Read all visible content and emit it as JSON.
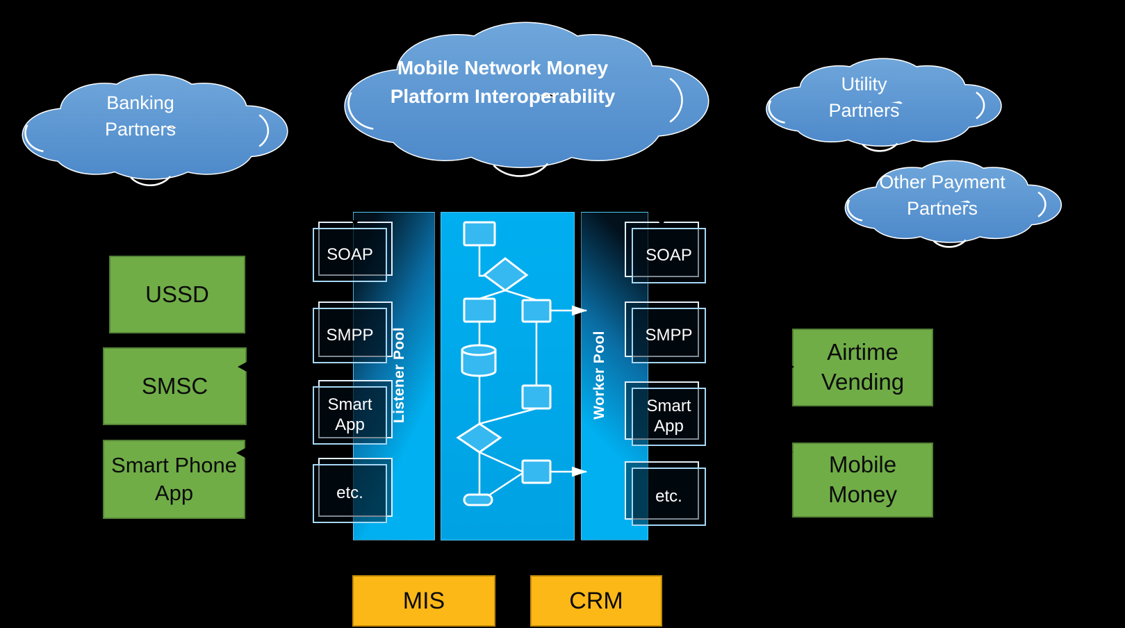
{
  "diagram_title": "Mobile Network Money Platform Interoperability",
  "clouds": {
    "center": {
      "line1": "Mobile Network Money",
      "line2": "Platform Interoperability"
    },
    "banking": {
      "line1": "Banking",
      "line2": "Partners"
    },
    "utility": {
      "line1": "Utility",
      "line2": "Partners"
    },
    "other_payment": {
      "line1": "Other Payment",
      "line2": "Partners"
    }
  },
  "left_channels": [
    {
      "label": "USSD"
    },
    {
      "label": "SMSC"
    },
    {
      "label": "Smart Phone App"
    }
  ],
  "pools": {
    "listener": {
      "label": "Listener Pool",
      "adapters": [
        "SOAP",
        "SMPP",
        "Smart App",
        "etc."
      ]
    },
    "worker": {
      "label": "Worker Pool",
      "adapters": [
        "SOAP",
        "SMPP",
        "Smart App",
        "etc."
      ]
    }
  },
  "right_services": [
    {
      "label": "Airtime Vending"
    },
    {
      "label": "Mobile Money"
    }
  ],
  "bottom_systems": [
    {
      "label": "MIS"
    },
    {
      "label": "CRM"
    }
  ],
  "colors": {
    "background": "#000000",
    "cloud_blue_top": "#73AADD",
    "cloud_blue_bottom": "#4A86C8",
    "pool_cyan": "#00B0F0",
    "lane_dark": "#02111C",
    "flow_shape_blue": "#35B9F0",
    "channel_green": "#70AD47",
    "channel_green_border": "#548235",
    "system_orange": "#FCB816",
    "system_orange_border": "#C18A08",
    "text_light": "#FFFFFF",
    "text_dark": "#0B0B0B"
  }
}
